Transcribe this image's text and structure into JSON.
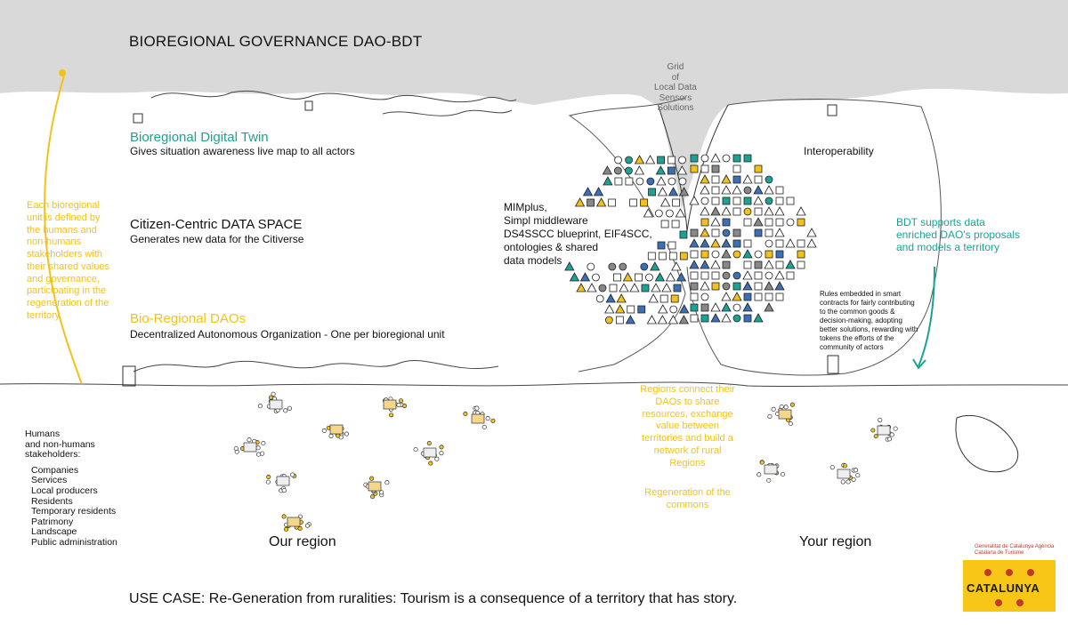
{
  "title": "BIOREGIONAL GOVERNANCE DAO-BDT",
  "top_center_label": [
    "Grid",
    "of",
    "Local Data",
    "Sensors",
    "Solutions"
  ],
  "bdt": {
    "heading": "Bioregional Digital Twin",
    "description": "Gives situation awareness live map to all actors"
  },
  "data_space": {
    "heading": "Citizen-Centric DATA SPACE",
    "description": "Generates new data for the Citiverse"
  },
  "dao": {
    "heading": "Bio-Regional DAOs",
    "description": "Decentralized Autonomous Organization - One per bioregional unit"
  },
  "middleware": {
    "lines": [
      "MIMplus,",
      "Simpl middleware",
      "DS4SSCC blueprint, EIF4SCC,",
      "ontologies & shared",
      "data models"
    ]
  },
  "interoperability": "Interoperability",
  "right_teal_note": [
    "BDT supports data",
    "enriched DAO's proposals",
    "and models a territory"
  ],
  "right_small_note": "Rules embedded in smart contracts for fairly contributing to the common goods & decision-making, adopting better solutions, rewarding with tokens the efforts of the community of actors",
  "left_yellow_note": "Each bioregional unit is defined by the humans and non-humans stakeholders with their shared values and governance, participating in the regeneration of the territory",
  "center_yellow_note": "Regions connect their DAOs to share resources, exchange value between territories and build a network of rural Regions",
  "center_yellow_note_2": "Regeneration of the commons",
  "stakeholders": {
    "heading_lines": [
      "Humans",
      "and non-humans",
      "stakeholders:"
    ],
    "items": [
      "Companies",
      "Services",
      "Local producers",
      "Residents",
      "Temporary residents",
      "Patrimony",
      "Landscape",
      "Public administration"
    ]
  },
  "regions": {
    "ours": "Our region",
    "yours": "Your region"
  },
  "use_case": "USE CASE: Re-Generation from ruralities: Tourism is a consequence of a territory that has story.",
  "logo": {
    "org": "Generalitat de Catalunya Agència Catalana de Turisme",
    "name": "CATALUNYA"
  },
  "colors": {
    "teal": "#1aa394",
    "yellow": "#f2c21a",
    "sky": "#d8d8d8",
    "brand_yellow": "#f7c616",
    "brand_red": "#c0392b"
  }
}
